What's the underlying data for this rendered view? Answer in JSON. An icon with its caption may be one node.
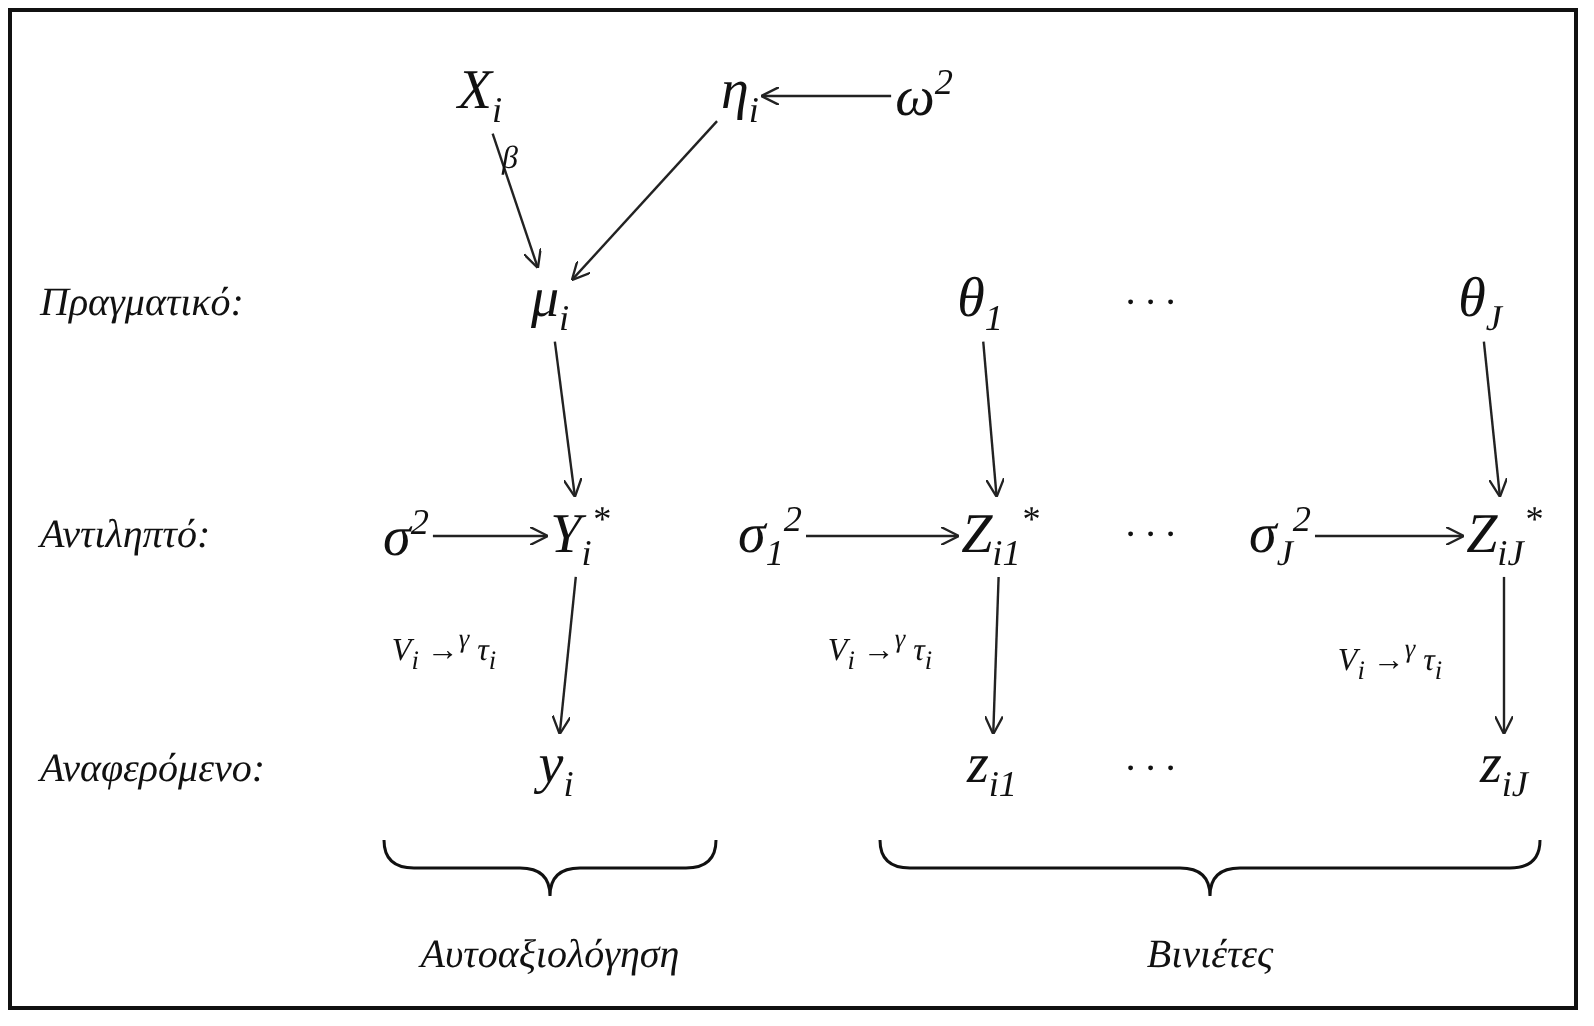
{
  "diagram": {
    "nodes": [
      {
        "text": [
          "X$_{i}$"
        ]
      },
      {
        "text": [
          "η$_{i}$"
        ]
      },
      {
        "text": [
          "ω$^{2}$"
        ]
      },
      {
        "text": [
          "μ$_{i}$"
        ]
      },
      {
        "text": [
          "θ$_{1}$"
        ]
      },
      {
        "text": [
          "θ$_{J}$"
        ]
      },
      {
        "text": [
          "σ$^{2}$"
        ]
      },
      {
        "text": [
          "Y$_{i}$$^{*}$"
        ]
      },
      {
        "text": [
          "σ$_{1}$$^{2}$"
        ]
      },
      {
        "text": [
          "Z$_{i1}$$^{*}$"
        ]
      },
      {
        "text": [
          "σ$_{J}$$^{2}$"
        ]
      },
      {
        "text": [
          "Z$_{iJ}$$^{*}$"
        ]
      },
      {
        "text": [
          "y$_{i}$"
        ]
      },
      {
        "text": [
          "z$_{i1}$"
        ]
      },
      {
        "text": [
          "z$_{iJ}$"
        ]
      }
    ],
    "edges": [
      {
        "from": 0,
        "to": 3,
        "arrow": "to",
        "label": "β"
      },
      {
        "from": 1,
        "to": 3,
        "arrow": "to"
      },
      {
        "from": 2,
        "to": 1,
        "arrow": "to"
      },
      {
        "from": 3,
        "to": 7,
        "arrow": "to"
      },
      {
        "from": 4,
        "to": 9,
        "arrow": "to"
      },
      {
        "from": 5,
        "to": 11,
        "arrow": "to"
      },
      {
        "from": 6,
        "to": 7,
        "arrow": "to"
      },
      {
        "from": 8,
        "to": 9,
        "arrow": "to"
      },
      {
        "from": 10,
        "to": 11,
        "arrow": "to"
      },
      {
        "from": 7,
        "to": 12,
        "arrow": "to",
        "label": "V$_{i}$ →$^{γ}$ τ$_{i}$"
      },
      {
        "from": 9,
        "to": 13,
        "arrow": "to",
        "label": "V$_{i}$ →$^{γ}$ τ$_{i}$"
      },
      {
        "from": 11,
        "to": 14,
        "arrow": "to",
        "label": "V$_{i}$ →$^{γ}$ τ$_{i}$"
      }
    ],
    "labels": [
      "Πραγματικό:",
      "· · ·",
      "Αντιληπτό:",
      "· · ·",
      "Αναφερόμενο:",
      "· · ·",
      "Αυτοαξιολόγηση",
      "Βινιέτες"
    ]
  }
}
